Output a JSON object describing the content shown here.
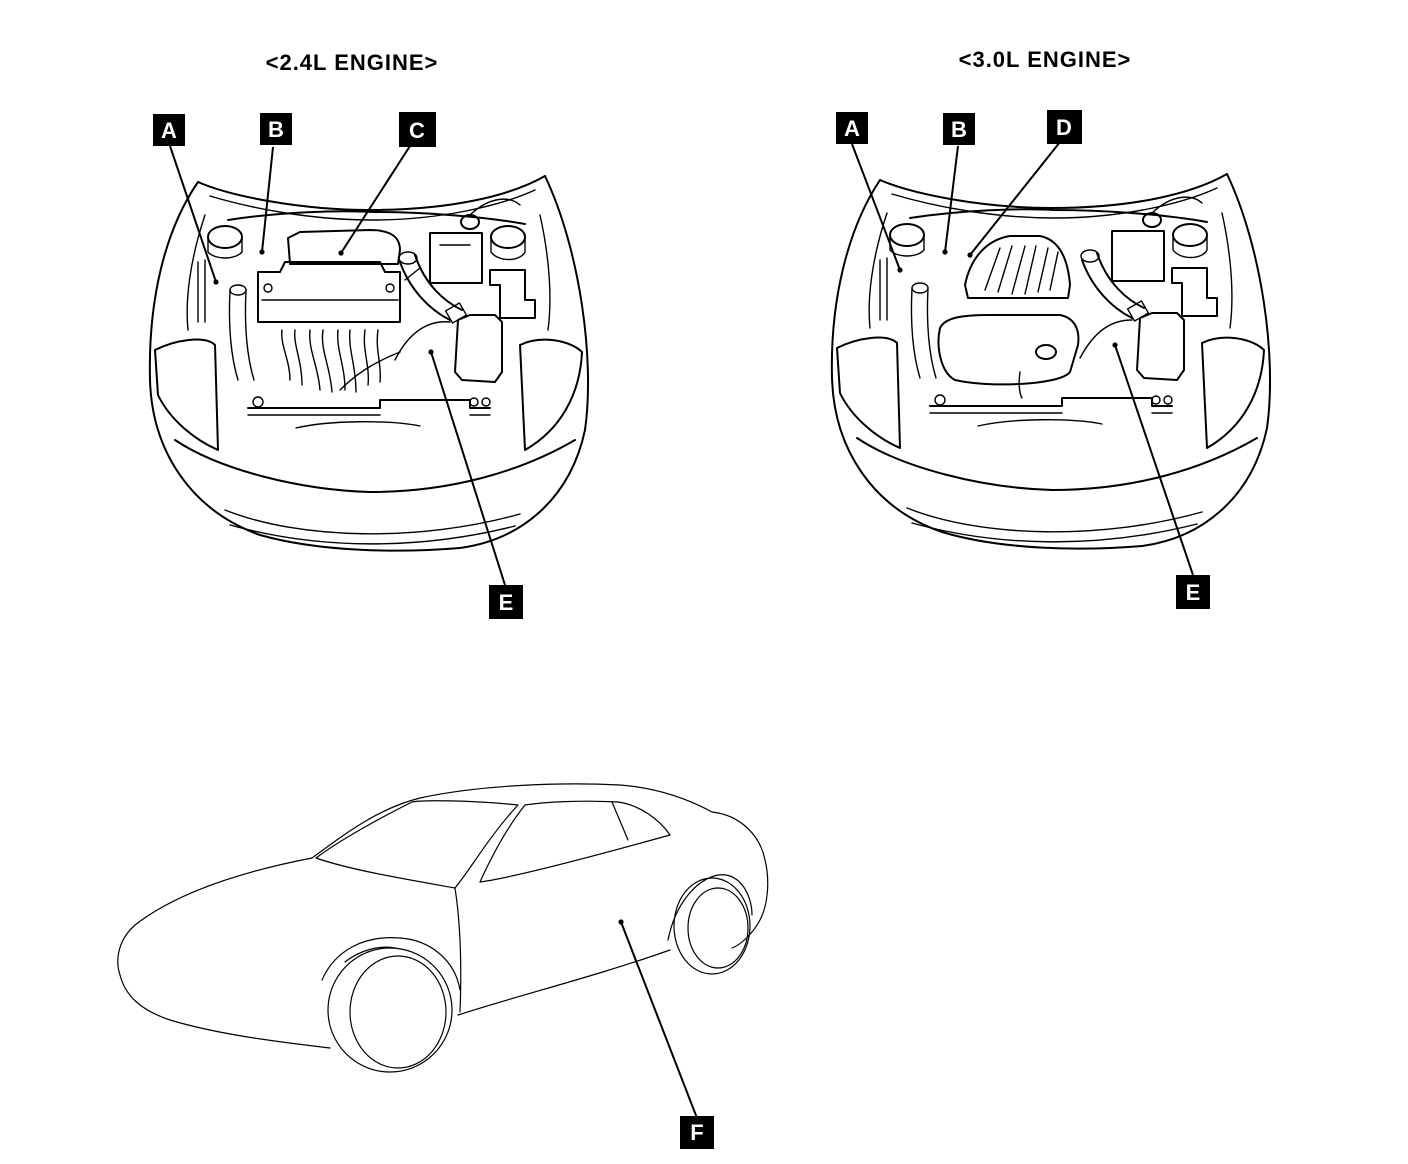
{
  "titles": {
    "left": "<2.4L  ENGINE>",
    "right": "<3.0L  ENGINE>"
  },
  "labels": {
    "left_a": "A",
    "left_b": "B",
    "left_c": "C",
    "left_e": "E",
    "right_a": "A",
    "right_b": "B",
    "right_d": "D",
    "right_e": "E",
    "car_f": "F"
  },
  "colors": {
    "ink": "#000000",
    "paper": "#ffffff"
  }
}
